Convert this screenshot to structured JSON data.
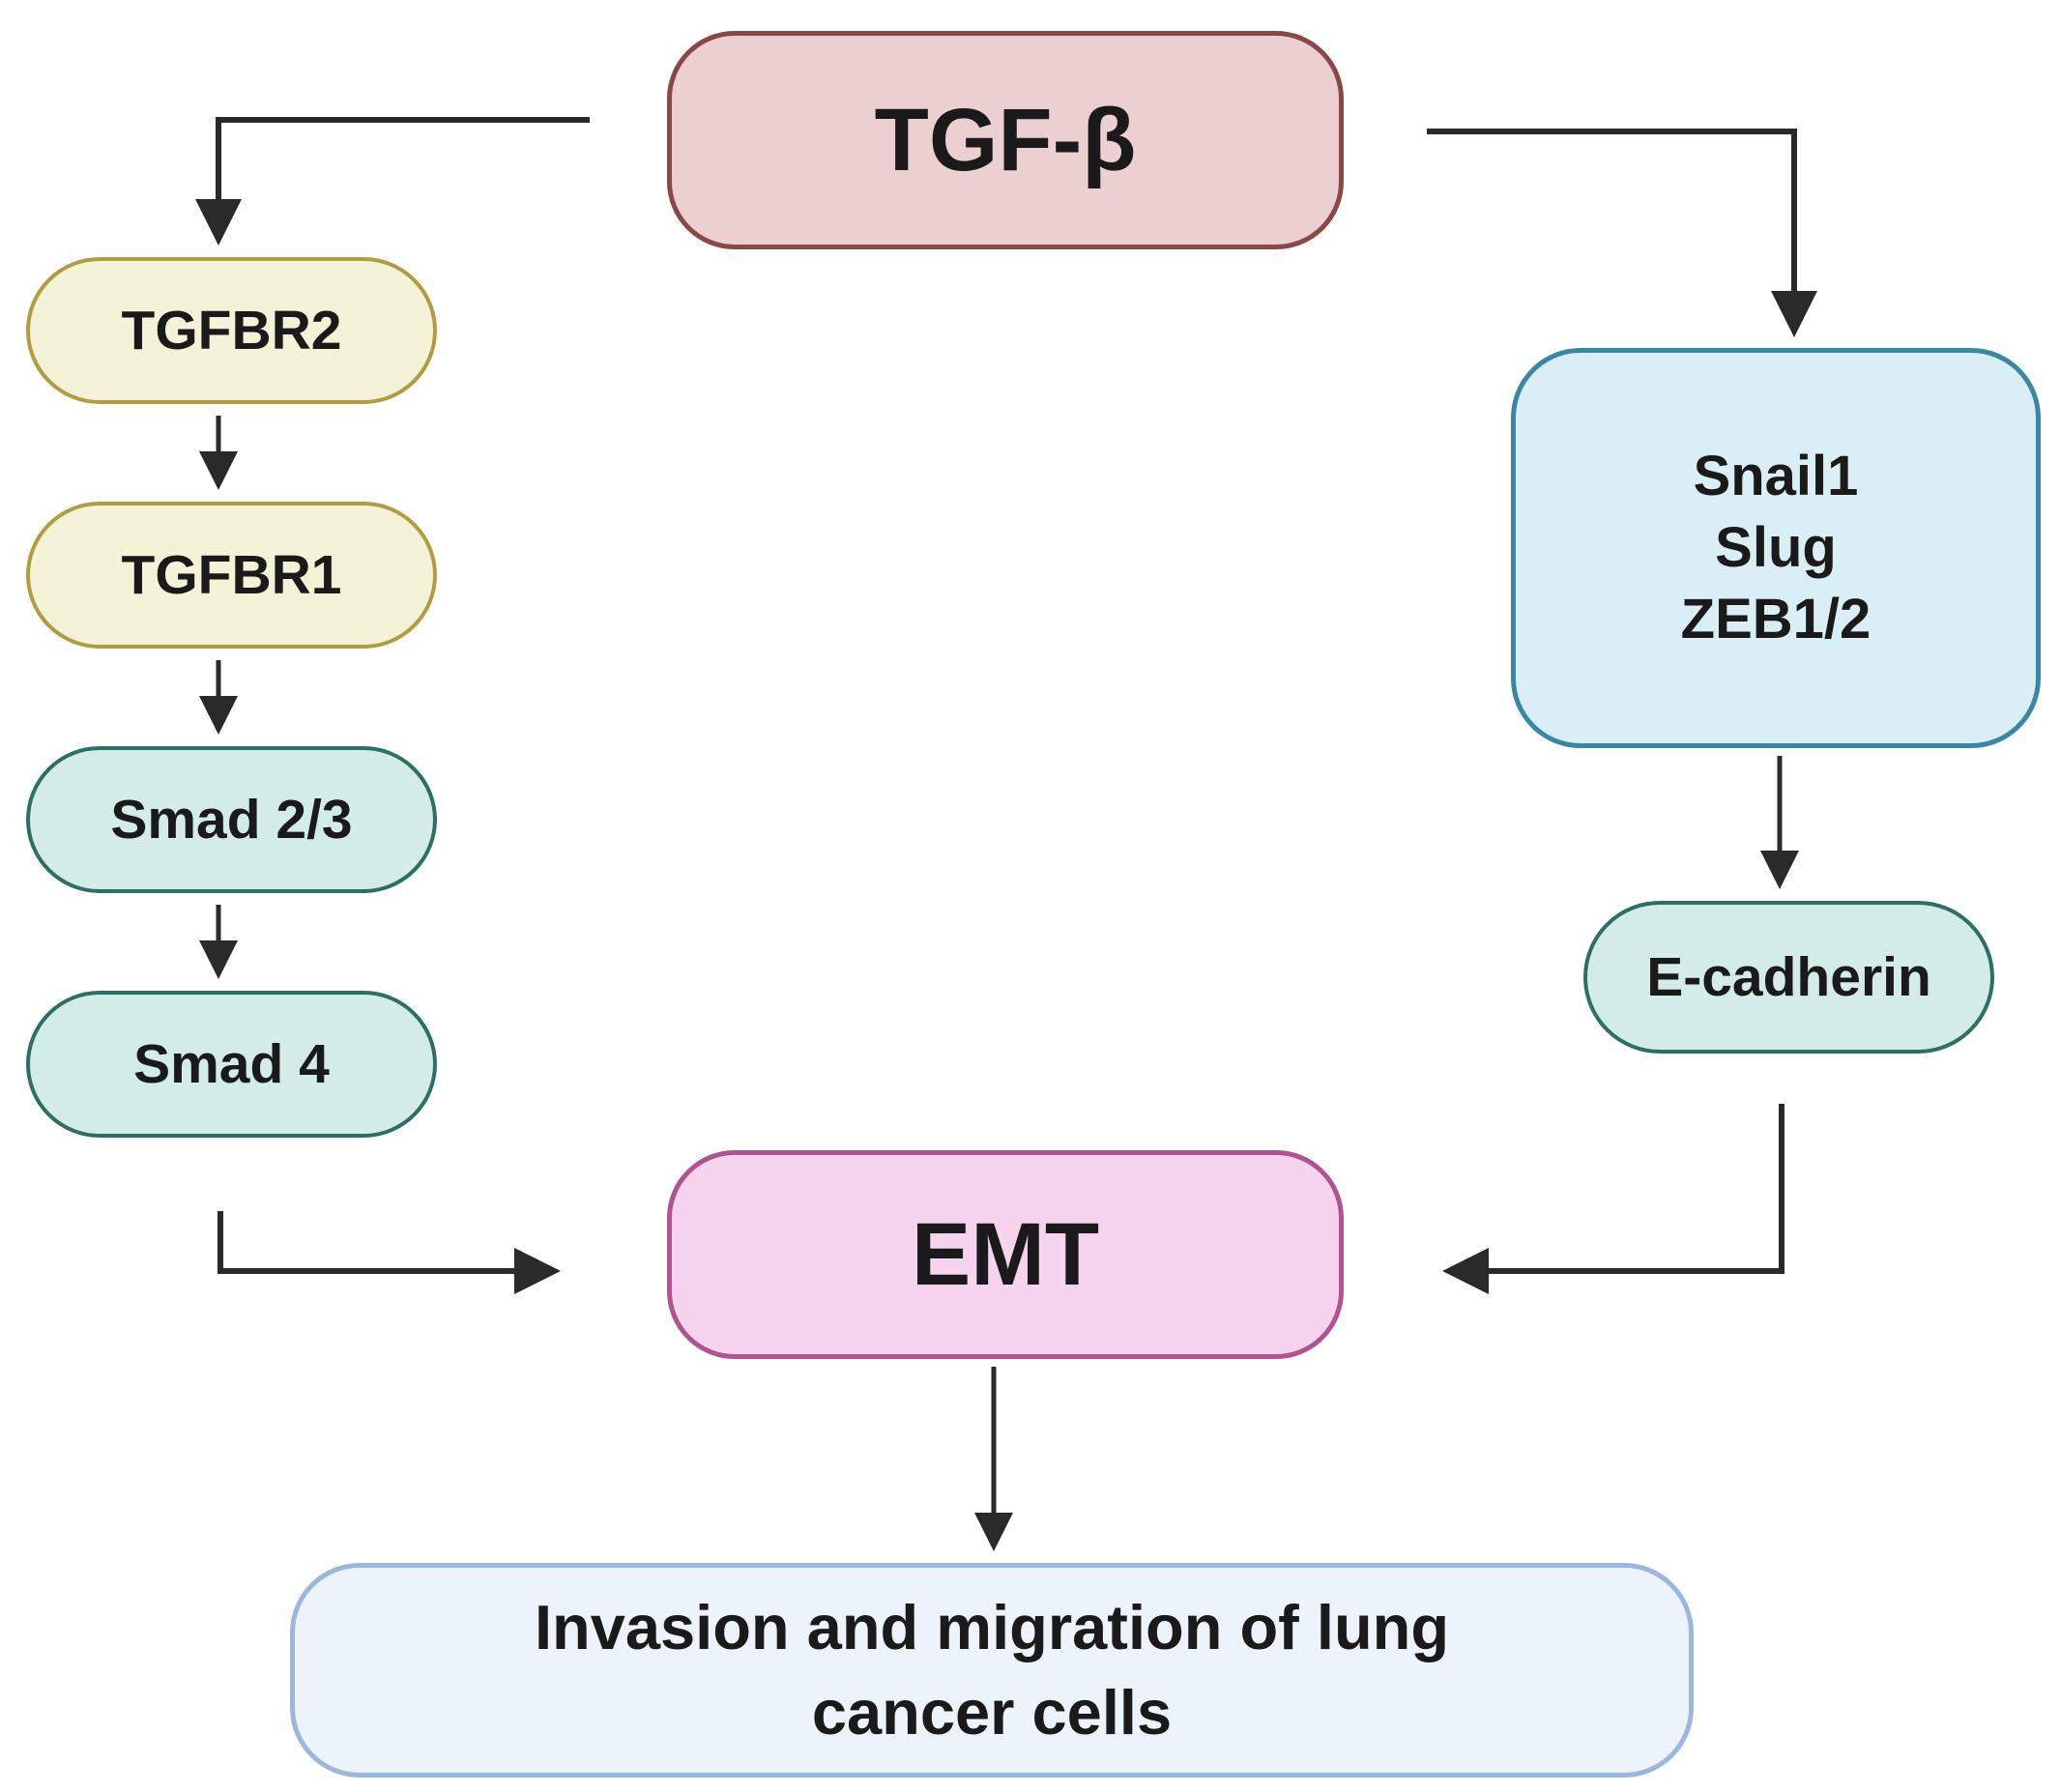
{
  "nodes": {
    "tgf_beta": "TGF-β",
    "tgfbr2": "TGFBR2",
    "tgfbr1": "TGFBR1",
    "smad23": "Smad 2/3",
    "smad4": "Smad 4",
    "snail_group": [
      "Snail1",
      "Slug",
      "ZEB1/2"
    ],
    "e_cadherin": "E-cadherin",
    "emt": "EMT",
    "invasion": [
      "Invasion and migration of lung",
      "cancer cells"
    ]
  },
  "colors": {
    "tgf_beta_fill": "#ecd0d1",
    "tgf_beta_border": "#8a4845",
    "receptor_fill": "#f4f2d7",
    "receptor_border": "#b39b3f",
    "smad_fill": "#d3ece8",
    "smad_border": "#2c6f63",
    "transcription_fill": "#d9eef5",
    "transcription_border": "#3a87a4",
    "emt_fill": "#f7d4ee",
    "emt_border": "#b05390",
    "outcome_fill": "#edf3fb",
    "outcome_border": "#9cb7de",
    "arrow": "#2a2a2a"
  }
}
